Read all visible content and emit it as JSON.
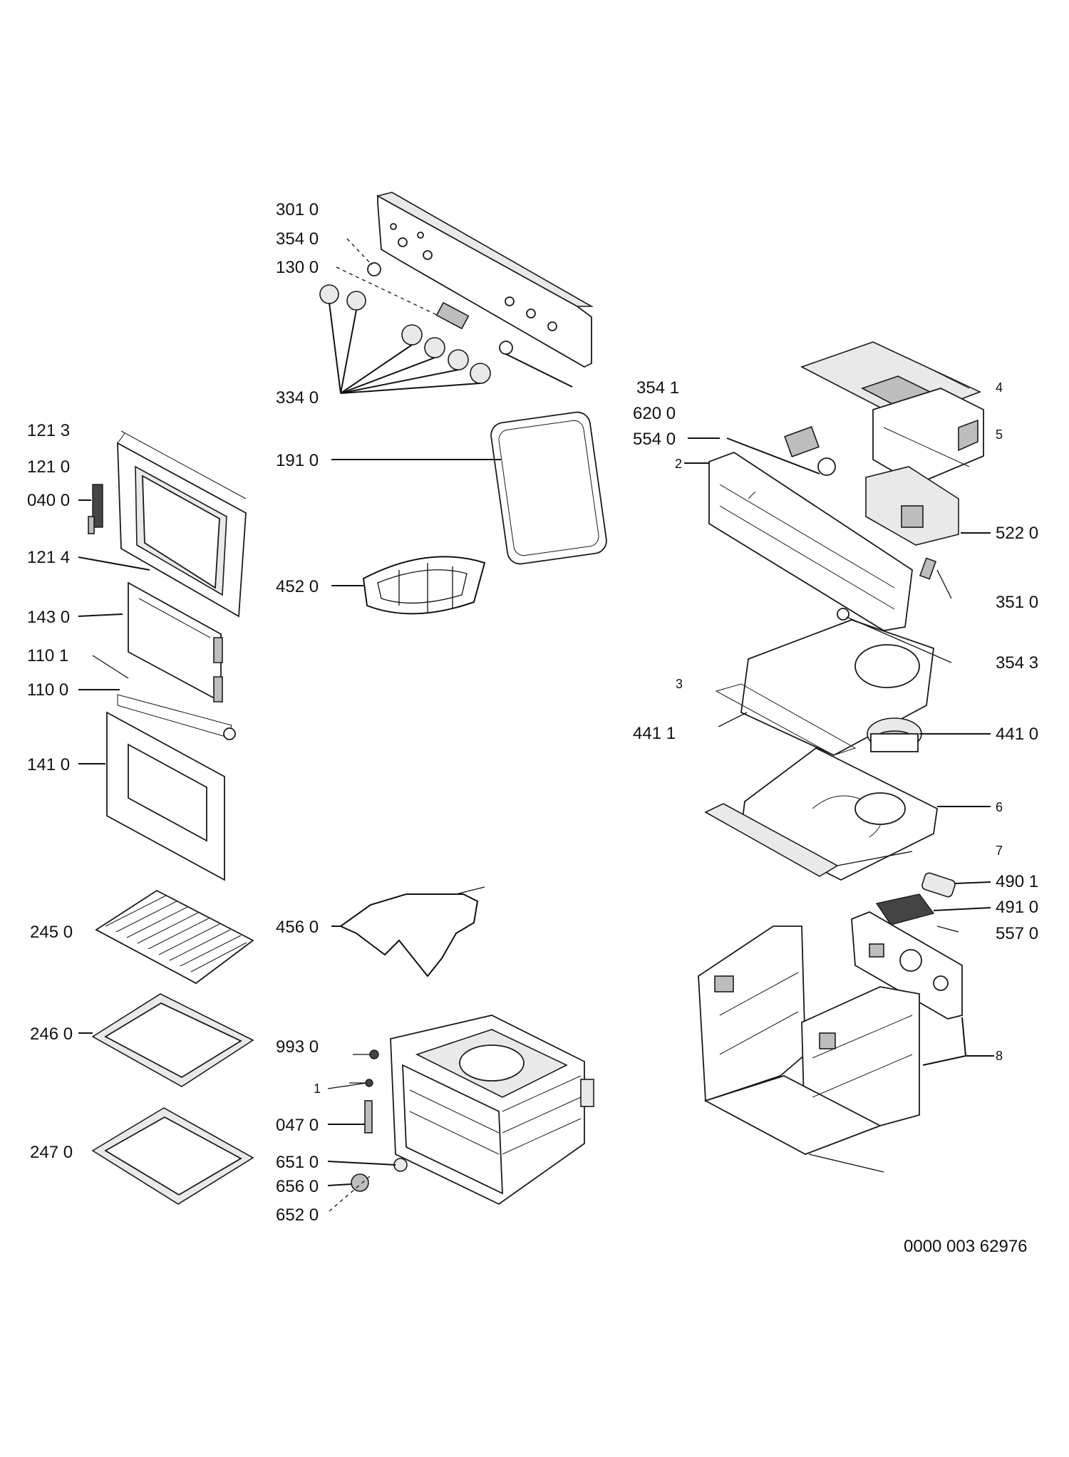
{
  "labels": {
    "l3010": "301 0",
    "l3540": "354 0",
    "l1300": "130 0",
    "l3340": "334 0",
    "l3541": "354 1",
    "l6200": "620 0",
    "l5540": "554 0",
    "l2": "2",
    "l4": "4",
    "l5": "5",
    "l5220": "522 0",
    "l3510": "351 0",
    "l3543": "354 3",
    "l3": "3",
    "l4411": "441 1",
    "l4410": "441 0",
    "l6": "6",
    "l7": "7",
    "l4901": "490 1",
    "l4910": "491 0",
    "l5570": "557 0",
    "l8": "8",
    "l1213": "121 3",
    "l1210": "121 0",
    "l0400": "040 0",
    "l1214": "121 4",
    "l1430": "143 0",
    "l1101": "110 1",
    "l1100": "110 0",
    "l1410": "141 0",
    "l1910": "191 0",
    "l4520": "452 0",
    "l2450": "245 0",
    "l2460": "246 0",
    "l2470": "247 0",
    "l4560": "456 0",
    "l9930": "993 0",
    "l1": "1",
    "l0470": "047 0",
    "l6510": "651 0",
    "l6560": "656 0",
    "l6520": "652 0"
  },
  "footer": {
    "code": "0000 003 62976"
  },
  "icons": [
    "control-panel",
    "knob",
    "oven-door",
    "door-glass",
    "door-gasket",
    "heating-element",
    "wire-shelf",
    "baking-tray",
    "oven-cavity",
    "fan-motor",
    "timer-module",
    "housing-frame"
  ]
}
